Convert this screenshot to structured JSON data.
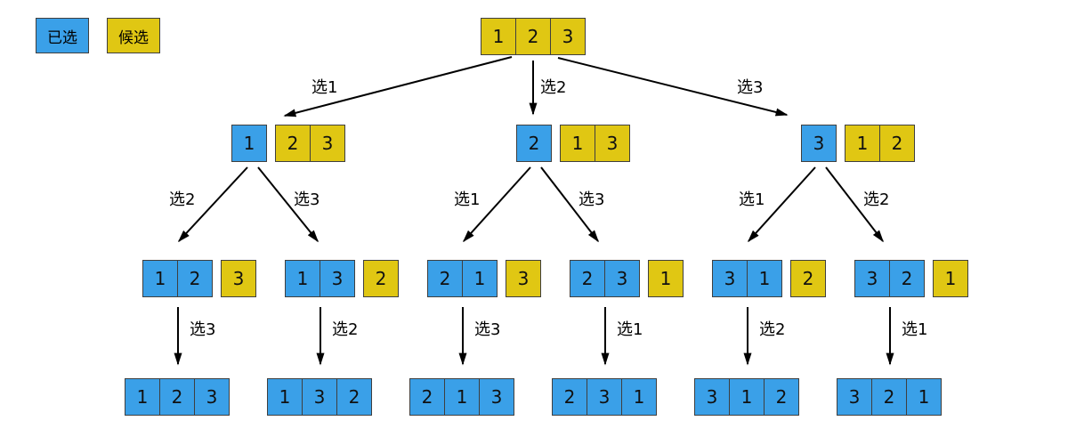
{
  "legend": {
    "selected": {
      "label": "已选",
      "color": "#3AA0E8"
    },
    "candidate": {
      "label": "候选",
      "color": "#E0C713"
    }
  },
  "root": {
    "cells": [
      "1",
      "2",
      "3"
    ]
  },
  "edges_l1": [
    "选1",
    "选2",
    "选3"
  ],
  "level2": [
    {
      "selected": [
        "1"
      ],
      "candidate": [
        "2",
        "3"
      ]
    },
    {
      "selected": [
        "2"
      ],
      "candidate": [
        "1",
        "3"
      ]
    },
    {
      "selected": [
        "3"
      ],
      "candidate": [
        "1",
        "2"
      ]
    }
  ],
  "edges_l2": [
    "选2",
    "选3",
    "选1",
    "选3",
    "选1",
    "选2"
  ],
  "level3": [
    {
      "selected": [
        "1",
        "2"
      ],
      "candidate": [
        "3"
      ]
    },
    {
      "selected": [
        "1",
        "3"
      ],
      "candidate": [
        "2"
      ]
    },
    {
      "selected": [
        "2",
        "1"
      ],
      "candidate": [
        "3"
      ]
    },
    {
      "selected": [
        "2",
        "3"
      ],
      "candidate": [
        "1"
      ]
    },
    {
      "selected": [
        "3",
        "1"
      ],
      "candidate": [
        "2"
      ]
    },
    {
      "selected": [
        "3",
        "2"
      ],
      "candidate": [
        "1"
      ]
    }
  ],
  "edges_l3": [
    "选3",
    "选2",
    "选3",
    "选1",
    "选2",
    "选1"
  ],
  "level4": [
    [
      "1",
      "2",
      "3"
    ],
    [
      "1",
      "3",
      "2"
    ],
    [
      "2",
      "1",
      "3"
    ],
    [
      "2",
      "3",
      "1"
    ],
    [
      "3",
      "1",
      "2"
    ],
    [
      "3",
      "2",
      "1"
    ]
  ]
}
